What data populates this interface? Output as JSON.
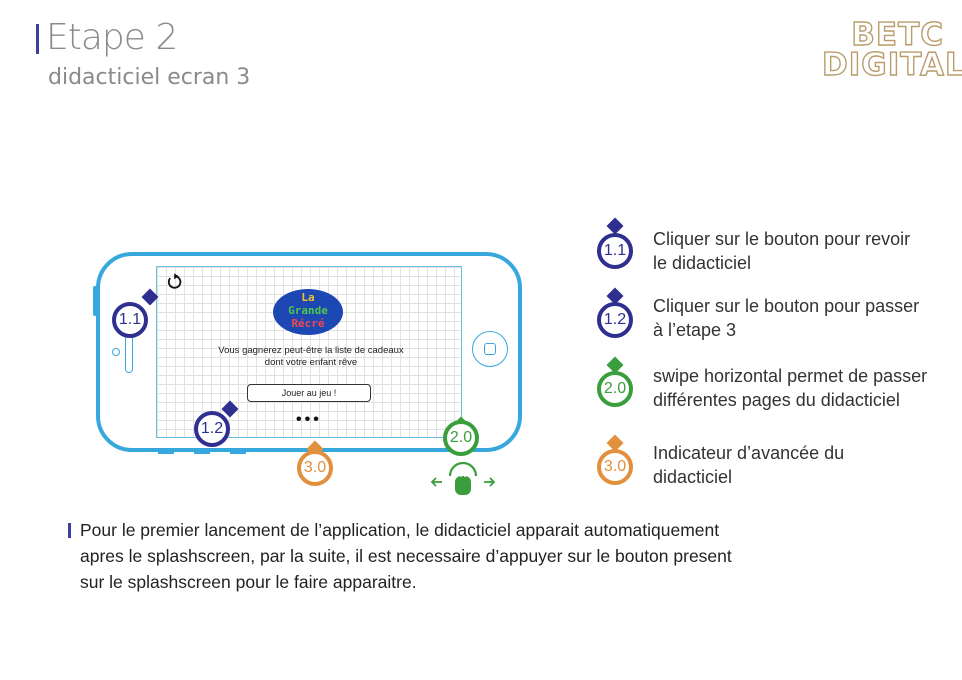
{
  "header": {
    "title": "Etape 2",
    "subtitle": "didacticiel ecran 3",
    "logo_line1": "BETC",
    "logo_line2": "DIGITAL"
  },
  "phone_screen": {
    "refresh_icon": "refresh-icon",
    "brand": {
      "line1": "La",
      "line2": "Grande",
      "line3": "Récré"
    },
    "gift_text_line1": "Vous gagnerez peut-être la liste de cadeaux",
    "gift_text_line2": "dont votre enfant rêve",
    "play_button": "Jouer au jeu !",
    "pagination": "•••",
    "swipe_icon": "swipe-horizontal-icon"
  },
  "markers": {
    "m11": "1.1",
    "m12": "1.2",
    "m20": "2.0",
    "m30": "3.0"
  },
  "legend": [
    {
      "num": "1.1",
      "line1": "Cliquer sur le bouton pour revoir",
      "line2": "le didacticiel",
      "color": "#2e2f8e"
    },
    {
      "num": "1.2",
      "line1": "Cliquer sur le bouton pour passer",
      "line2": "à l’etape 3",
      "color": "#2e2f8e"
    },
    {
      "num": "2.0",
      "line1": "swipe horizontal permet de passer",
      "line2": "différentes pages du didacticiel",
      "color": "#3a9e3c"
    },
    {
      "num": "3.0",
      "line1": "Indicateur d’avancée du",
      "line2": "didacticiel",
      "color": "#e2903d"
    }
  ],
  "note": {
    "line1": "Pour le premier lancement de l’application, le didacticiel apparait automatiquement",
    "line2": "apres le splashscreen, par la suite, il est necessaire d’appuyer sur le bouton present",
    "line3": "sur le splashscreen pour le faire apparaitre."
  },
  "colors": {
    "navy": "#2e2f8e",
    "green": "#3a9e3c",
    "orange": "#e2903d",
    "phone": "#37a8de",
    "logo_gold": "#b99d6b",
    "brand_blue": "#1d48b4"
  }
}
